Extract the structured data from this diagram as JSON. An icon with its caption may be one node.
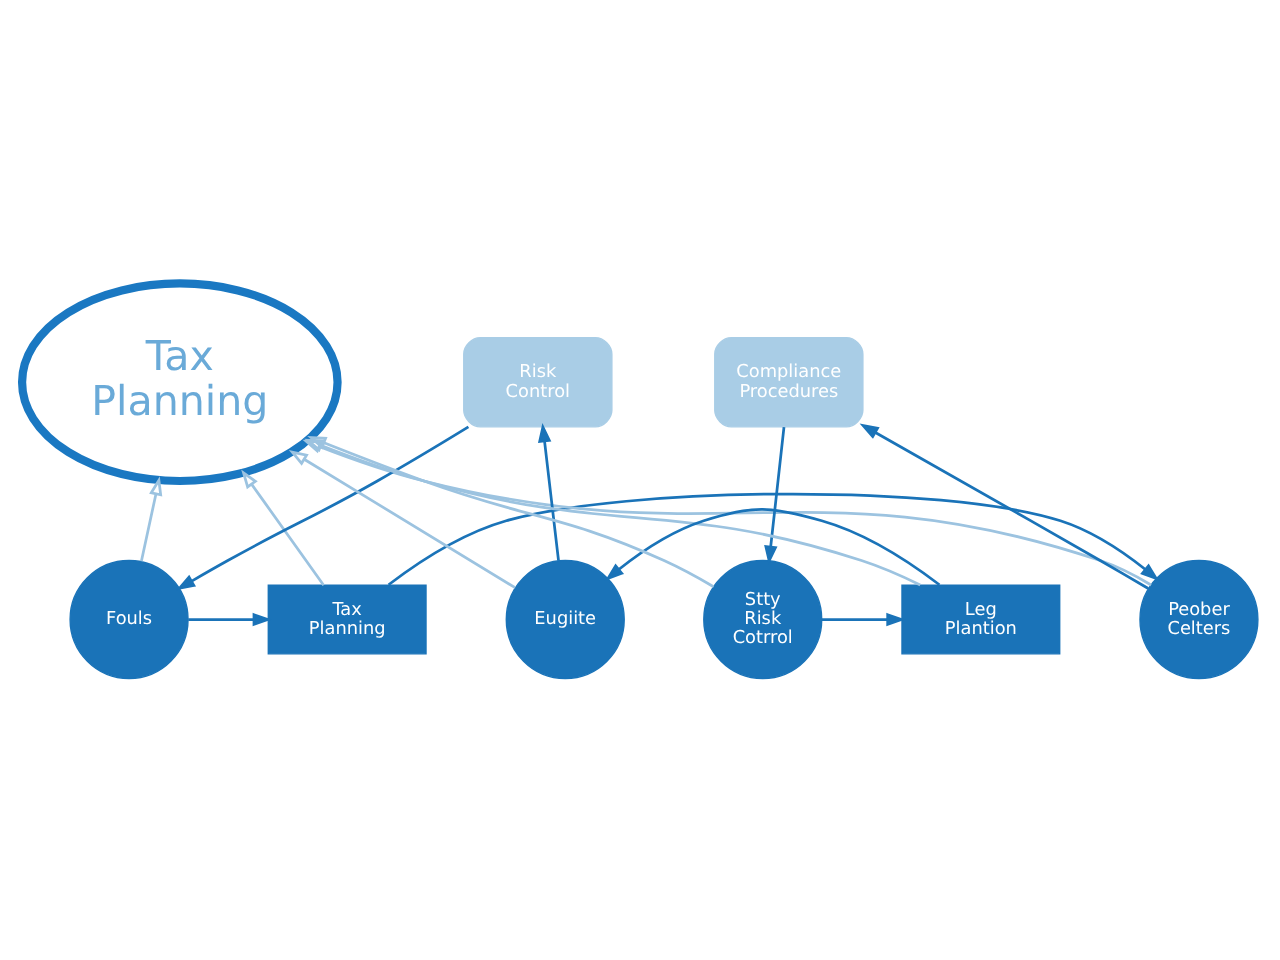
{
  "diagram": {
    "nodes": [
      {
        "text": [
          "Tax Planning"
        ]
      },
      {
        "text": [
          "Fouls"
        ]
      },
      {
        "text": [
          "Tax Planning"
        ]
      },
      {
        "text": [
          "Peober Celters"
        ]
      },
      {
        "text": [
          "Risk Control"
        ]
      },
      {
        "text": [
          "Compliance Procedures"
        ]
      },
      {
        "text": [
          "Eugiite"
        ]
      },
      {
        "text": [
          "Leg Plantion"
        ]
      },
      {
        "text": [
          "Stty Risk Cotrrol"
        ]
      }
    ],
    "edges": [
      {
        "from": 1,
        "to": 2,
        "arrow": "to"
      },
      {
        "from": 2,
        "to": 3,
        "arrow": "to"
      },
      {
        "from": 3,
        "to": 5,
        "arrow": "to"
      },
      {
        "from": 5,
        "to": 8,
        "arrow": "to"
      },
      {
        "from": 8,
        "to": 7,
        "arrow": "to"
      },
      {
        "from": 7,
        "to": 6,
        "arrow": "to"
      },
      {
        "from": 6,
        "to": 4,
        "arrow": "to"
      },
      {
        "from": 4,
        "to": 1,
        "arrow": "to"
      },
      {
        "from": 2,
        "to": 0,
        "arrow": "to",
        "color": "#9cc3e0"
      },
      {
        "from": 3,
        "to": 0,
        "arrow": "to",
        "color": "#9cc3e0"
      },
      {
        "from": 8,
        "to": 0,
        "arrow": "to",
        "color": "#9cc3e0"
      },
      {
        "from": 7,
        "to": 0,
        "arrow": "to",
        "color": "#9cc3e0"
      },
      {
        "from": 6,
        "to": 0,
        "arrow": "to",
        "color": "#9cc3e0"
      },
      {
        "from": 1,
        "to": 0,
        "arrow": "to",
        "color": "#9cc3e0"
      }
    ]
  }
}
